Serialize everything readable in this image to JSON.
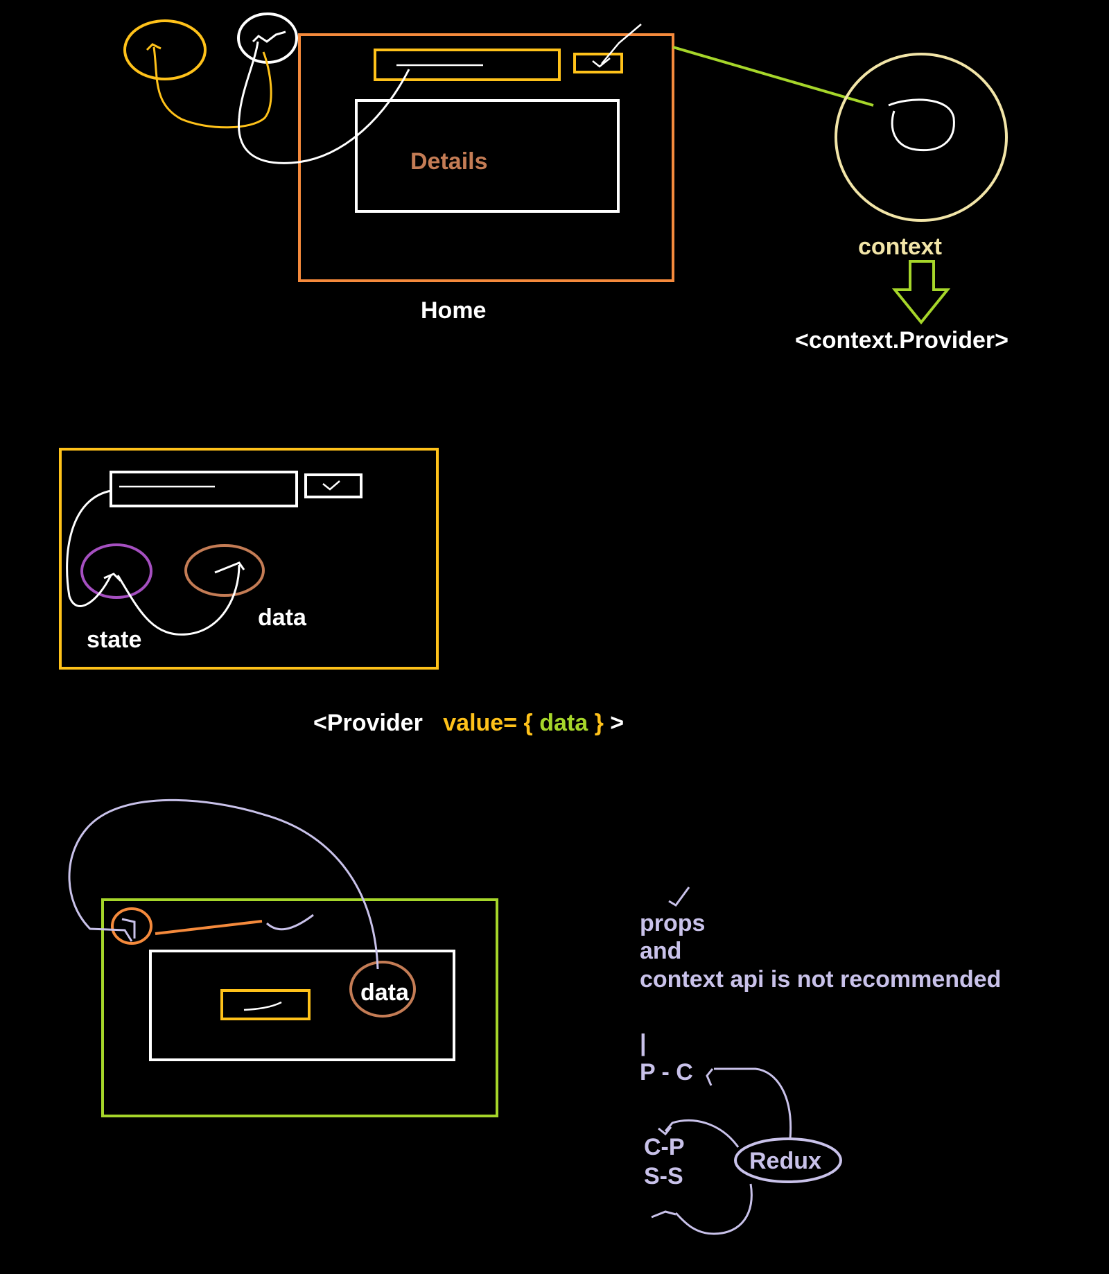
{
  "colors": {
    "background": "#000000",
    "white": "#ffffff",
    "orange": "#f58a3c",
    "yellow": "#ffc21a",
    "lime": "#a6d62a",
    "cream": "#f2e5a8",
    "brown": "#c47c55",
    "purple": "#a54fc0",
    "lavender": "#c9c2ea"
  },
  "top_section": {
    "details_label": "Details",
    "home_label": "Home",
    "context_label": "context",
    "provider_label": "<context.Provider>"
  },
  "middle_section": {
    "state_label": "state",
    "data_label": "data",
    "provider_tag_open": "<Provider",
    "provider_value_attr": "value=",
    "provider_brace_open": "{",
    "provider_value_var": "data",
    "provider_brace_close": "}",
    "provider_tag_close": ">"
  },
  "bottom_section": {
    "data_label": "data"
  },
  "notes": {
    "line_props": "props",
    "line_and": "and",
    "line_context": "context api is not recommended",
    "pipe": "|",
    "pc": "P - C",
    "cp": "C-P",
    "ss": "S-S",
    "redux": "Redux"
  }
}
